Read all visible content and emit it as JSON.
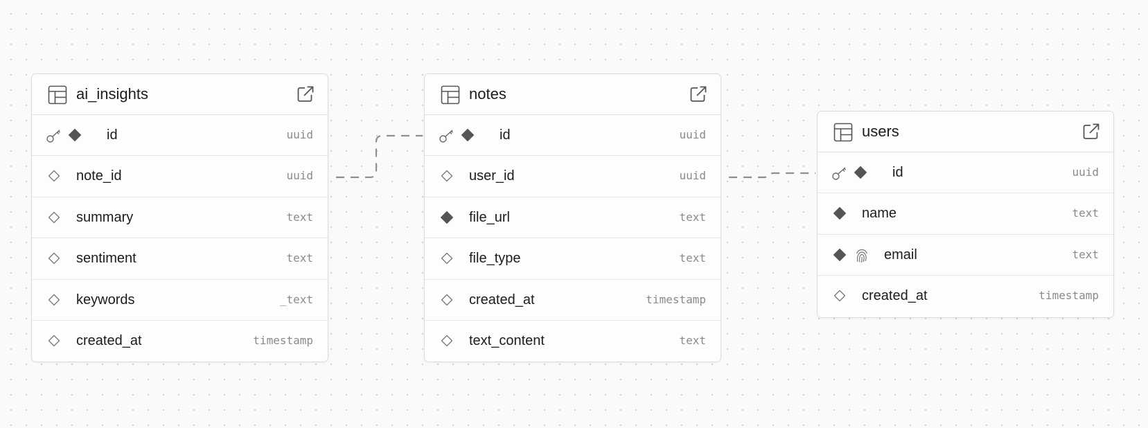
{
  "tables": {
    "ai_insights": {
      "name": "ai_insights",
      "columns": [
        {
          "name": "id",
          "type": "uuid",
          "primary_key": true,
          "nullable": false
        },
        {
          "name": "note_id",
          "type": "uuid",
          "nullable": true
        },
        {
          "name": "summary",
          "type": "text",
          "nullable": true
        },
        {
          "name": "sentiment",
          "type": "text",
          "nullable": true
        },
        {
          "name": "keywords",
          "type": "_text",
          "nullable": true
        },
        {
          "name": "created_at",
          "type": "timestamp",
          "nullable": true
        }
      ]
    },
    "notes": {
      "name": "notes",
      "columns": [
        {
          "name": "id",
          "type": "uuid",
          "primary_key": true,
          "nullable": false
        },
        {
          "name": "user_id",
          "type": "uuid",
          "nullable": true
        },
        {
          "name": "file_url",
          "type": "text",
          "nullable": false
        },
        {
          "name": "file_type",
          "type": "text",
          "nullable": true
        },
        {
          "name": "created_at",
          "type": "timestamp",
          "nullable": true
        },
        {
          "name": "text_content",
          "type": "text",
          "nullable": true
        }
      ]
    },
    "users": {
      "name": "users",
      "columns": [
        {
          "name": "id",
          "type": "uuid",
          "primary_key": true,
          "nullable": false
        },
        {
          "name": "name",
          "type": "text",
          "nullable": false
        },
        {
          "name": "email",
          "type": "text",
          "nullable": false,
          "unique": true
        },
        {
          "name": "created_at",
          "type": "timestamp",
          "nullable": true
        }
      ]
    }
  },
  "relations": [
    {
      "from": "ai_insights.note_id",
      "to": "notes.id"
    },
    {
      "from": "notes.user_id",
      "to": "users.id"
    }
  ],
  "icons": {
    "table": "table-icon",
    "open": "external-link-icon",
    "primary_key": "key-icon",
    "not_null": "filled-diamond-icon",
    "nullable": "outline-diamond-icon",
    "unique": "fingerprint-icon"
  },
  "colors": {
    "background": "#fafafa",
    "card_border": "#dcdcdc",
    "text": "#1c1c1c",
    "type_text": "#8a8a8a",
    "icon": "#555555",
    "connector": "#8f8f8f"
  }
}
